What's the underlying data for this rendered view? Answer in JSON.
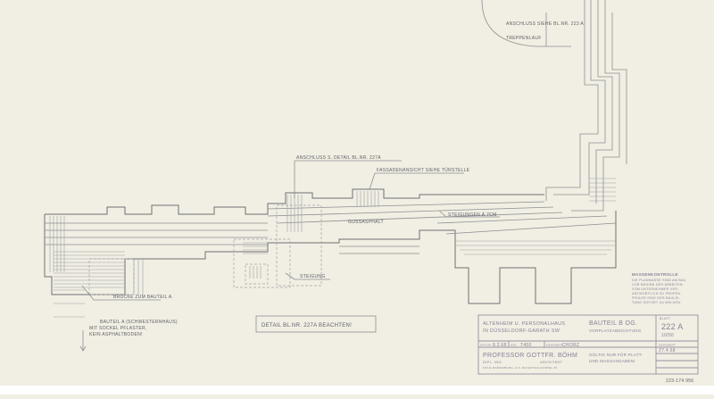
{
  "drawing": {
    "notes": {
      "top_connection": "ANSCHLUSS SIEHE BL.NR. 223 A",
      "top_stair": "TREPPENLAUF",
      "detail_connection": "ANSCHLUSS S. DETAIL BL.NR. 227A",
      "facade_view": "FASSADENANSICHT SIEHE TÜRSTELLE",
      "asphalt": "GUSSASPHALT",
      "steps": "STEIGUNGEN À 7CM",
      "step": "STEIGUNG",
      "bridge": "BRÜCKE ZUM BAUTEIL A.",
      "building_a_1": "BAUTEIL A (SCHWESTERNHAUS)",
      "building_a_2": "MIT SOCKEL PFLASTER,",
      "building_a_3": "KEIN ASPHALTBODEN!",
      "detail_box": "DETAIL BL.NR. 227A BEACHTEN!"
    },
    "mass_control": {
      "title": "MASSENKONTROLLE",
      "lines": [
        "DIE PLANMASSE SIND AM BAU",
        "VOR BEGINN DER ARBEITEN",
        "VOM UNTERNEHMER VER-",
        "ANTWORTLICH ZU PRÜFEN.",
        "FEHLER SIND DER BAULEI-",
        "TUNG SOFORT ZU MELDEN."
      ]
    },
    "title_block": {
      "project_1": "ALTENHEIM U. PERSONALHAUS",
      "project_2": "IN DÜSSELDORF-GARATH SW",
      "part": "BAUTEIL B OG.",
      "subject": "VORPLATZABDICHTUNG",
      "sheet_label": "BLATT",
      "sheet_no": "222 A",
      "scale": "10/50",
      "date_label": "DATUM",
      "date": "8.2.68",
      "drawn_label": "GEZ.",
      "drawn": "T450",
      "changed_label": "GEÄNDERT",
      "changed": "CHORZ",
      "revision_label": "GEÄNDERT",
      "revision_date": "27.4.68",
      "architect": "PROFESSOR GOTTFR. BÖHM",
      "degree": "DIPL. ING.",
      "role": "ARCHITEKT",
      "address": "KÖLN-MARIENBURG, A.D. BAYENTHALGÜRTEL 25",
      "validity_1": "GÜLTIG NUR FÜR PLATT-",
      "validity_2": "UND MASSANGABEN!"
    },
    "archive_no": "223-174 956"
  }
}
